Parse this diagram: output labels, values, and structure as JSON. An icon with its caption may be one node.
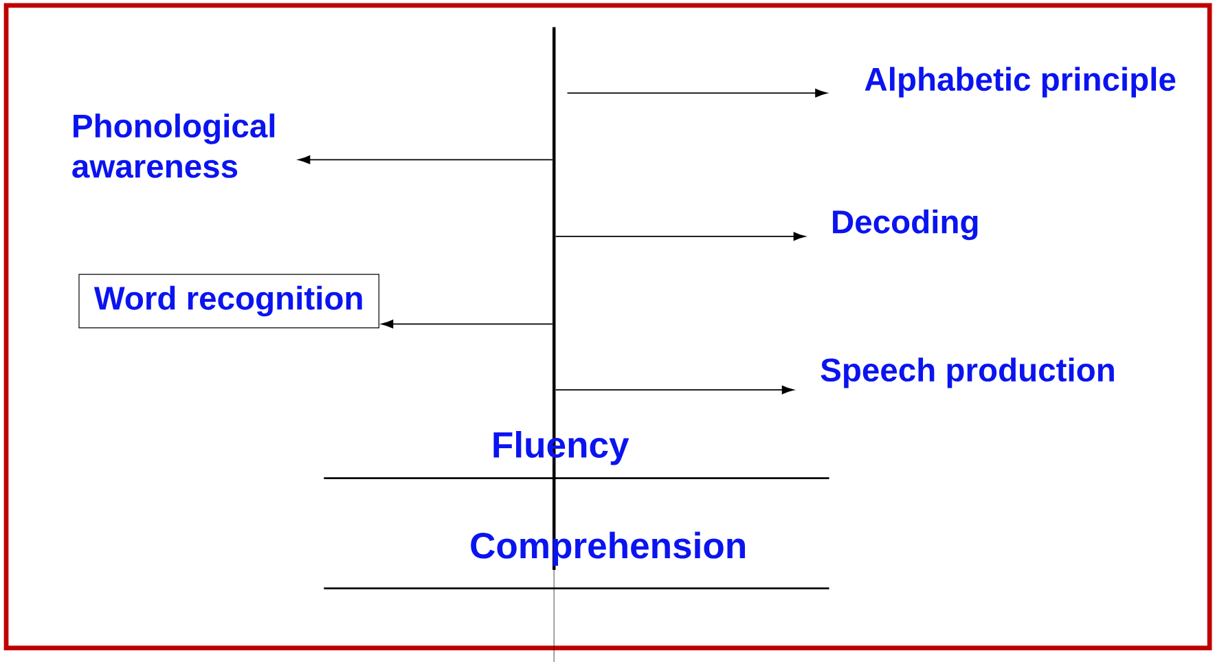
{
  "diagram": {
    "nodes": [
      {
        "text": [],
        "shape": "bar"
      },
      {
        "text": [
          "Alphabetic principle"
        ]
      },
      {
        "text": [
          "Phonological awareness"
        ]
      },
      {
        "text": [
          "Decoding"
        ]
      },
      {
        "text": [
          "Word recognition"
        ]
      },
      {
        "text": [
          "Speech production"
        ]
      }
    ],
    "edges": [
      {
        "from": 0,
        "to": 1,
        "arrow": "to"
      },
      {
        "from": 0,
        "to": 2,
        "arrow": "to"
      },
      {
        "from": 0,
        "to": 3,
        "arrow": "to"
      },
      {
        "from": 0,
        "to": 4,
        "arrow": "to"
      },
      {
        "from": 0,
        "to": 5,
        "arrow": "to"
      }
    ],
    "labels": [
      "Fluency",
      "Comprehension"
    ]
  }
}
